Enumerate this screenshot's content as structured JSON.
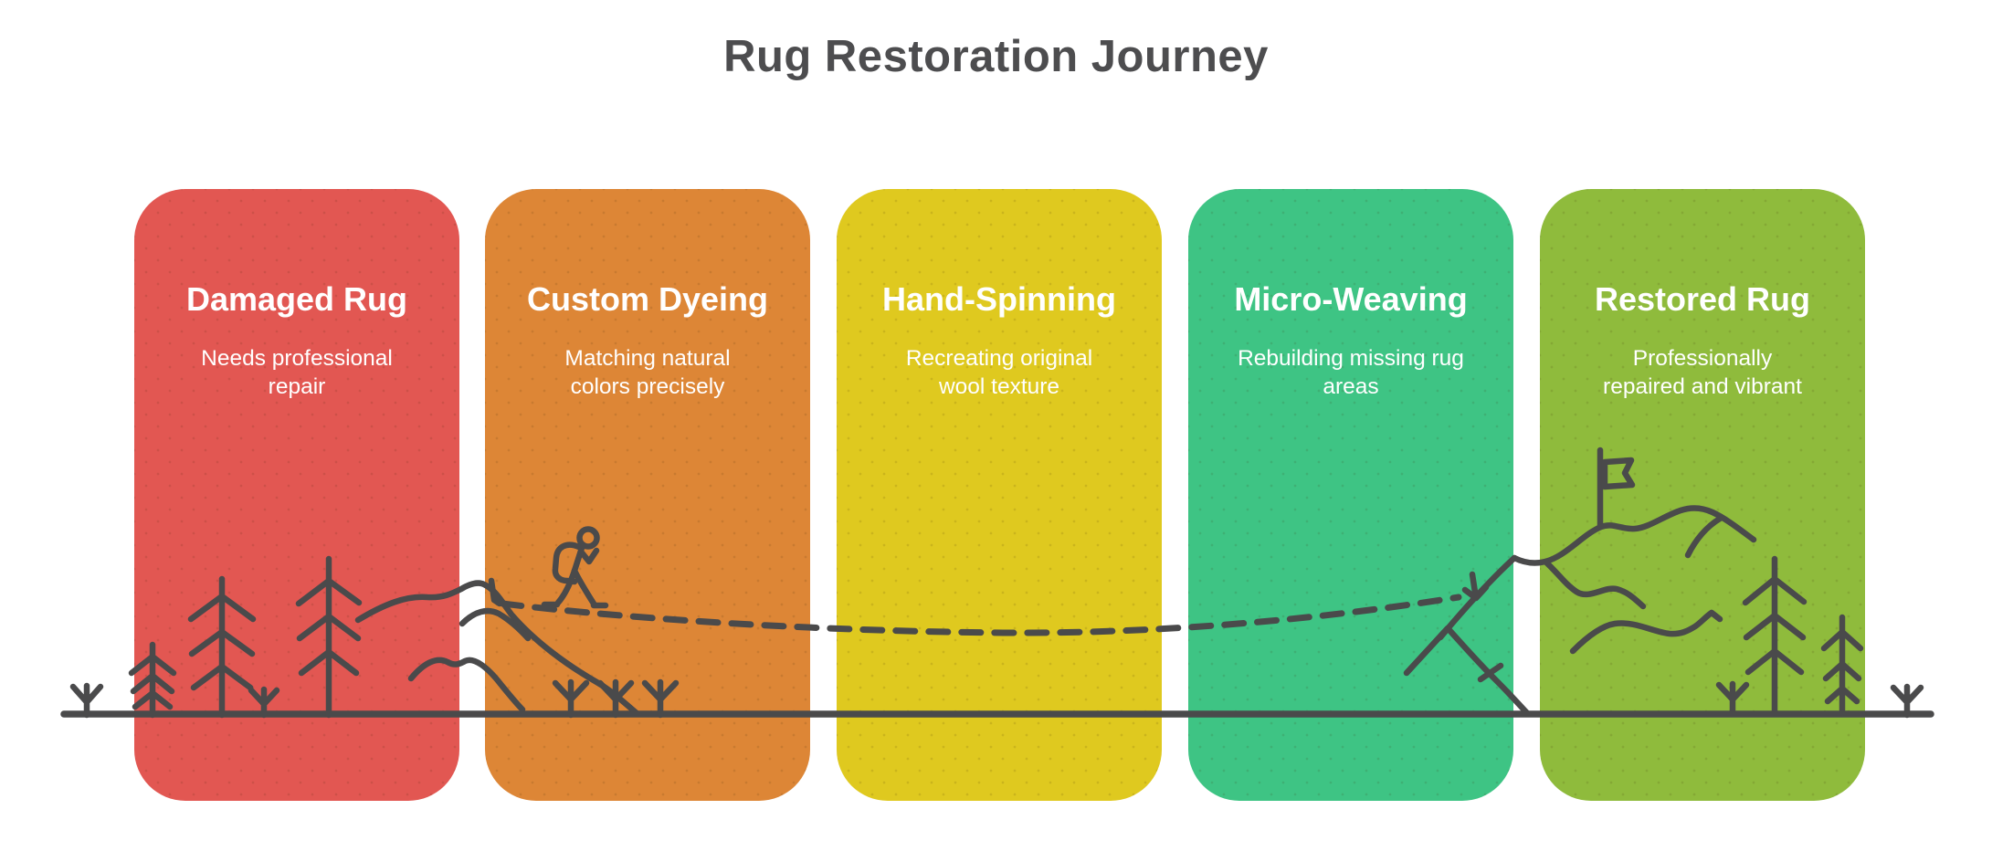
{
  "title": "Rug Restoration Journey",
  "colors": {
    "background": "#ffffff",
    "title_text": "#4d4d4f",
    "card_text": "#ffffff",
    "line_art": "#4a4a4b"
  },
  "stages": [
    {
      "name": "Damaged Rug",
      "description": "Needs professional repair",
      "description_lines": [
        "Needs professional",
        "repair"
      ],
      "color": "#e25752"
    },
    {
      "name": "Custom Dyeing",
      "description": "Matching natural colors precisely",
      "description_lines": [
        "Matching natural",
        "colors precisely"
      ],
      "color": "#dd8636"
    },
    {
      "name": "Hand-Spinning",
      "description": "Recreating original wool texture",
      "description_lines": [
        "Recreating original",
        "wool texture"
      ],
      "color": "#dfc91f"
    },
    {
      "name": "Micro-Weaving",
      "description": "Rebuilding missing rug areas",
      "description_lines": [
        "Rebuilding missing rug",
        "areas"
      ],
      "color": "#3ec484"
    },
    {
      "name": "Restored Rug",
      "description": "Professionally repaired and vibrant",
      "description_lines": [
        "Professionally",
        "repaired and vibrant"
      ],
      "color": "#8fbb3c"
    }
  ],
  "illustration": {
    "elements": [
      "ground-line",
      "sprout-icon",
      "pine-tree-icon",
      "hill-ridge",
      "hiker-icon",
      "dashed-trail",
      "trail-arrow-icon",
      "mountain-icon",
      "summit-flag-icon"
    ]
  }
}
